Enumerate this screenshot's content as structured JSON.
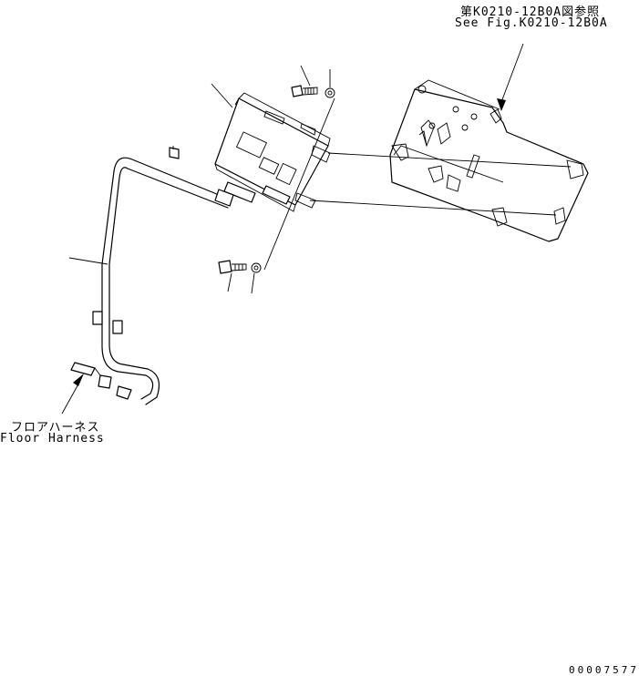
{
  "reference": {
    "japanese": "第K0210-12B0A図参照",
    "english": "See Fig.K0210-12B0A"
  },
  "floor_harness": {
    "japanese": "フロアハーネス",
    "english": "Floor Harness"
  },
  "drawing_code": "00007577"
}
